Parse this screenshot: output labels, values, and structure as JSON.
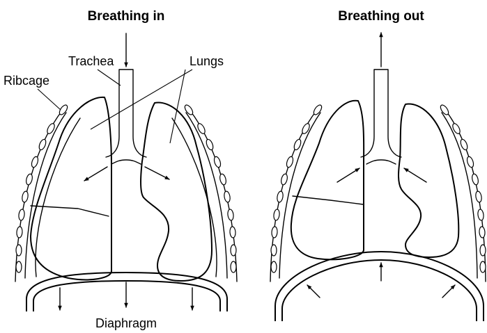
{
  "panels": {
    "inhale": {
      "title": "Breathing in",
      "labels": {
        "trachea": "Trachea",
        "lungs": "Lungs",
        "ribcage": "Ribcage",
        "diaphragm": "Diaphragm"
      }
    },
    "exhale": {
      "title": "Breathing out"
    }
  },
  "colors": {
    "stroke": "#000000",
    "background": "#ffffff"
  }
}
